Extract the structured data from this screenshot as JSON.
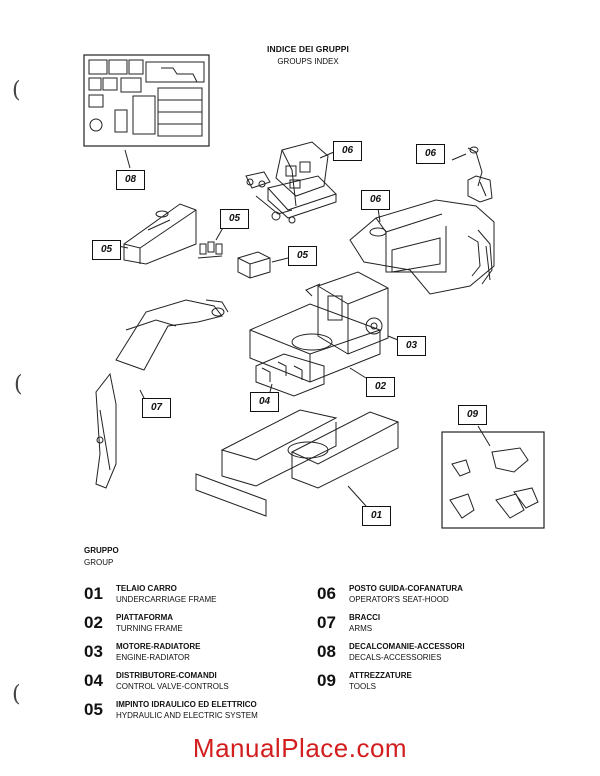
{
  "header": {
    "title_it": "INDICE DEI GRUPPI",
    "title_en": "GROUPS INDEX"
  },
  "callouts": {
    "c08": "08",
    "c06a": "06",
    "c06b": "06",
    "c06c": "06",
    "c05a": "05",
    "c05b": "05",
    "c05c": "05",
    "c03": "03",
    "c02": "02",
    "c04": "04",
    "c07": "07",
    "c09": "09",
    "c01": "01"
  },
  "group_label": {
    "it": "GRUPPO",
    "en": "GROUP"
  },
  "groups": [
    {
      "num": "01",
      "it": "TELAIO CARRO",
      "en": "UNDERCARRIAGE FRAME"
    },
    {
      "num": "02",
      "it": "PIATTAFORMA",
      "en": "TURNING FRAME"
    },
    {
      "num": "03",
      "it": "MOTORE-RADIATORE",
      "en": "ENGINE-RADIATOR"
    },
    {
      "num": "04",
      "it": "DISTRIBUTORE-COMANDI",
      "en": "CONTROL VALVE-CONTROLS"
    },
    {
      "num": "05",
      "it": "IMPINTO IDRAULICO ED ELETTRICO",
      "en": "HYDRAULIC AND ELECTRIC SYSTEM"
    },
    {
      "num": "06",
      "it": "POSTO GUIDA-COFANATURA",
      "en": "OPERATOR'S SEAT-HOOD"
    },
    {
      "num": "07",
      "it": "BRACCI",
      "en": "ARMS"
    },
    {
      "num": "08",
      "it": "DECALCOMANIE-ACCESSORI",
      "en": "DECALS-ACCESSORIES"
    },
    {
      "num": "09",
      "it": "ATTREZZATURE",
      "en": "TOOLS"
    }
  ],
  "watermark": "ManualPlace.com",
  "margin_marks": [
    "(",
    "(",
    "("
  ]
}
